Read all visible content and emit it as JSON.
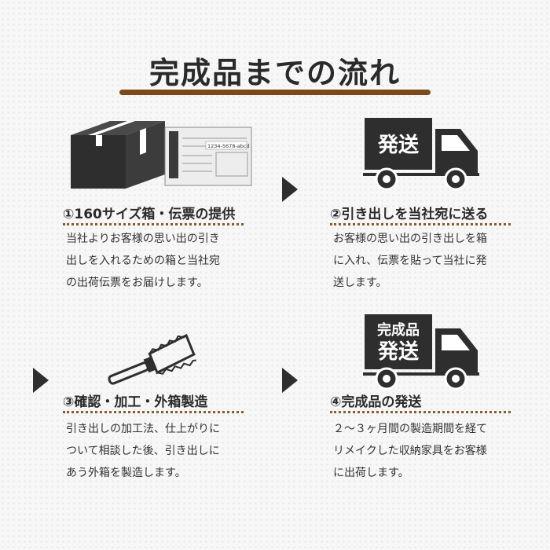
{
  "title": "完成品までの流れ",
  "slip": {
    "code": "1234-5678-abcd"
  },
  "steps": [
    {
      "title": "①160サイズ箱・伝票の提供",
      "lines": [
        "当社よりお客様の思い出の引き",
        "出しを入れるための箱と当社宛",
        "の出荷伝票をお届けします。"
      ]
    },
    {
      "title": "②引き出しを当社宛に送る",
      "truck_labels": [
        "発送"
      ],
      "lines": [
        "お客様の思い出の引き出しを箱",
        "に入れ、伝票を貼って当社に発",
        "送します。"
      ]
    },
    {
      "title": "③確認・加工・外箱製造",
      "lines": [
        "引き出しの加工法、仕上がりに",
        "ついて相談した後、引き出しに",
        "あう外箱を製造します。"
      ]
    },
    {
      "title": "④完成品の発送",
      "truck_labels": [
        "完成品",
        "発送"
      ],
      "lines": [
        "２～３ヶ月間の製造期間を経て",
        "リメイクした収納家具をお客様",
        "に出荷します。"
      ]
    }
  ],
  "colors": {
    "accent": "#7a4a1a",
    "icon": "#2e2e2e"
  }
}
